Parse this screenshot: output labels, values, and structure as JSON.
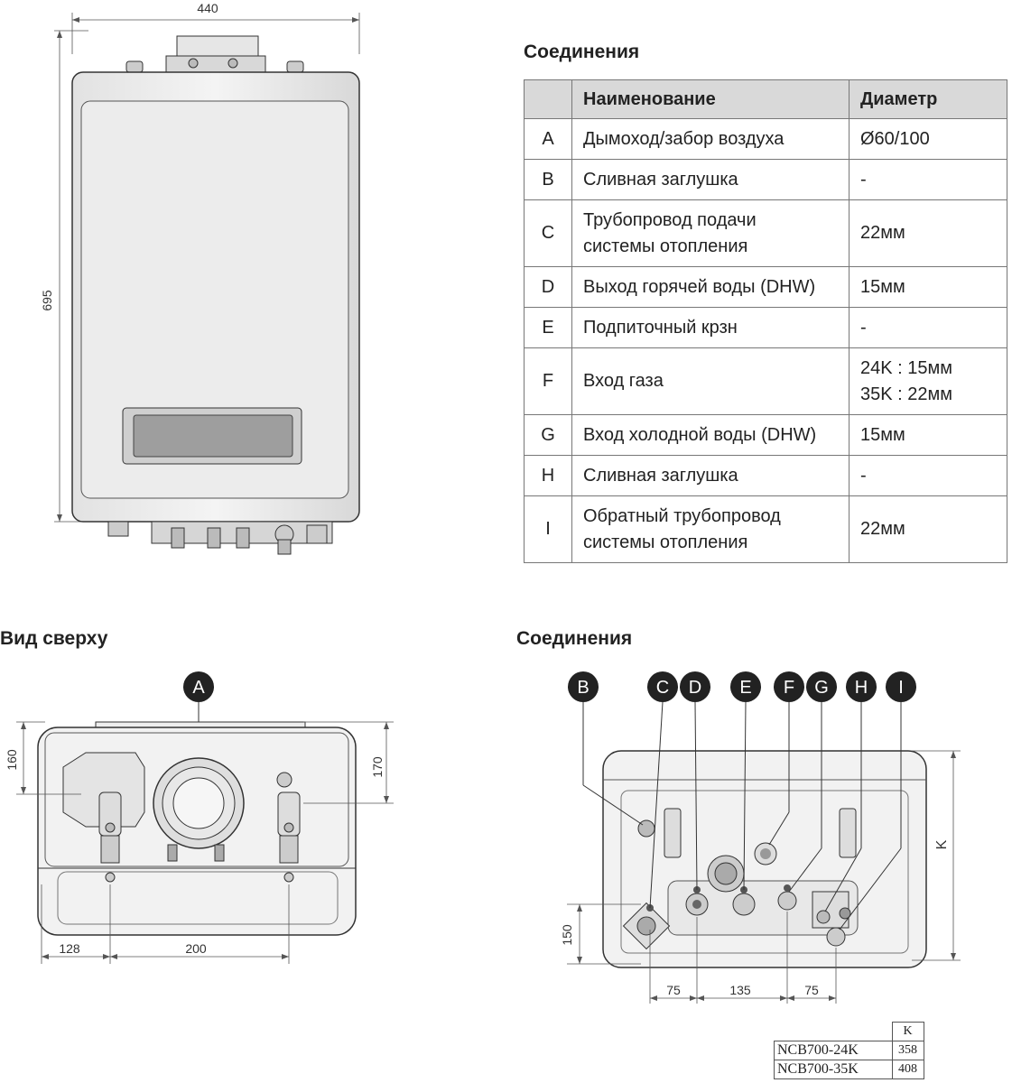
{
  "front_view": {
    "width_dim": "440",
    "height_dim": "695"
  },
  "connections_table": {
    "title": "Соединения",
    "headers": [
      "",
      "Наименование",
      "Диаметр"
    ],
    "rows": [
      {
        "letter": "A",
        "name": [
          "Дымоход/забор воздуха"
        ],
        "diameter": [
          "Ø60/100"
        ]
      },
      {
        "letter": "B",
        "name": [
          "Сливная заглушка"
        ],
        "diameter": [
          "-"
        ]
      },
      {
        "letter": "C",
        "name": [
          "Трубопровод подачи",
          "системы отопления"
        ],
        "diameter": [
          "22мм"
        ]
      },
      {
        "letter": "D",
        "name": [
          "Выход горячей воды (DHW)"
        ],
        "diameter": [
          "15мм"
        ]
      },
      {
        "letter": "E",
        "name": [
          "Подпиточный крзн"
        ],
        "diameter": [
          "-"
        ]
      },
      {
        "letter": "F",
        "name": [
          "Вход газа"
        ],
        "diameter": [
          "24K : 15мм",
          "35K : 22мм"
        ]
      },
      {
        "letter": "G",
        "name": [
          "Вход холодной воды (DHW)"
        ],
        "diameter": [
          "15мм"
        ]
      },
      {
        "letter": "H",
        "name": [
          "Сливная заглушка"
        ],
        "diameter": [
          "-"
        ]
      },
      {
        "letter": "I",
        "name": [
          "Обратный трубопровод",
          "системы отопления"
        ],
        "diameter": [
          "22мм"
        ]
      }
    ]
  },
  "top_view": {
    "title": "Вид сверху",
    "marker": "A",
    "dims": {
      "left_height": "160",
      "right_height": "170",
      "left_offset": "128",
      "span": "200"
    }
  },
  "bottom_view": {
    "title": "Соединения",
    "markers": [
      "B",
      "C",
      "D",
      "E",
      "F",
      "G",
      "H",
      "I"
    ],
    "dims": {
      "height": "150",
      "d1": "75",
      "d2": "135",
      "d3": "75",
      "k_label": "K"
    }
  },
  "k_table": {
    "header": [
      "",
      "K"
    ],
    "rows": [
      {
        "model": "NCB700-24K",
        "k": "358"
      },
      {
        "model": "NCB700-35K",
        "k": "408"
      }
    ]
  }
}
